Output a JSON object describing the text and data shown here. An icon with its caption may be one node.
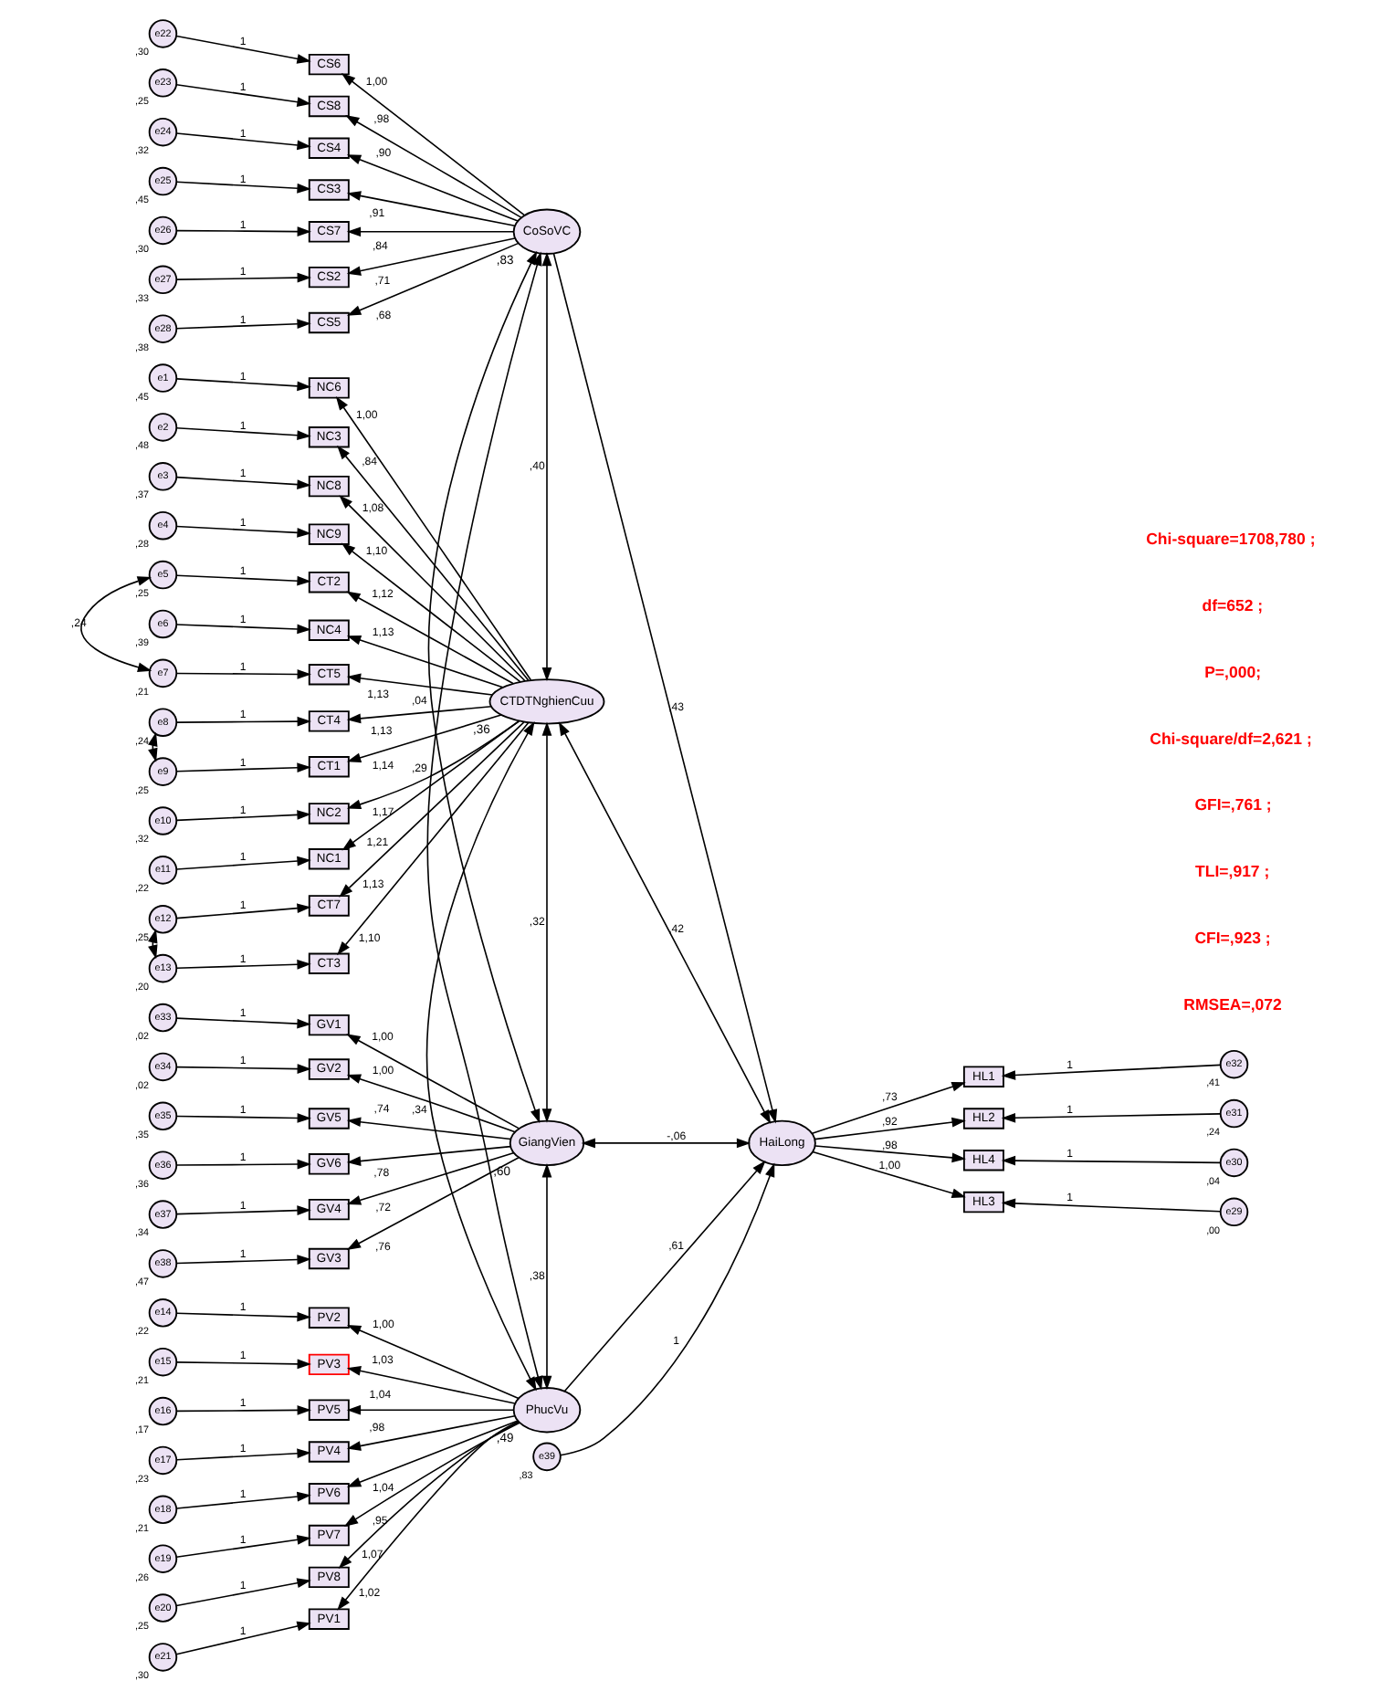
{
  "diagram": {
    "nodes": [
      {
        "text": [
          "e22"
        ],
        "beside": [
          ",30"
        ]
      },
      {
        "text": [
          "e23"
        ],
        "beside": [
          ",25"
        ]
      },
      {
        "text": [
          "e24"
        ],
        "beside": [
          ",32"
        ]
      },
      {
        "text": [
          "e25"
        ],
        "beside": [
          ",45"
        ]
      },
      {
        "text": [
          "e26"
        ],
        "beside": [
          ",30"
        ]
      },
      {
        "text": [
          "e27"
        ],
        "beside": [
          ",33"
        ]
      },
      {
        "text": [
          "e28"
        ],
        "beside": [
          ",38"
        ]
      },
      {
        "text": [
          "CS6"
        ]
      },
      {
        "text": [
          "CS8"
        ]
      },
      {
        "text": [
          "CS4"
        ]
      },
      {
        "text": [
          "CS3"
        ]
      },
      {
        "text": [
          "CS7"
        ]
      },
      {
        "text": [
          "CS2"
        ]
      },
      {
        "text": [
          "CS5"
        ]
      },
      {
        "text": [
          "CoSoVC"
        ],
        "beside": [
          ",83"
        ]
      },
      {
        "text": [
          "e1"
        ],
        "beside": [
          ",45"
        ]
      },
      {
        "text": [
          "e2"
        ],
        "beside": [
          ",48"
        ]
      },
      {
        "text": [
          "e3"
        ],
        "beside": [
          ",37"
        ]
      },
      {
        "text": [
          "e4"
        ],
        "beside": [
          ",28"
        ]
      },
      {
        "text": [
          "e5"
        ],
        "beside": [
          ",25"
        ]
      },
      {
        "text": [
          "e6"
        ],
        "beside": [
          ",39"
        ]
      },
      {
        "text": [
          "e7"
        ],
        "beside": [
          ",21"
        ]
      },
      {
        "text": [
          "e8"
        ],
        "beside": [
          ",24"
        ]
      },
      {
        "text": [
          "e9"
        ],
        "beside": [
          ",25"
        ]
      },
      {
        "text": [
          "e10"
        ],
        "beside": [
          ",32"
        ]
      },
      {
        "text": [
          "e11"
        ],
        "beside": [
          ",22"
        ]
      },
      {
        "text": [
          "e12"
        ],
        "beside": [
          ",25"
        ]
      },
      {
        "text": [
          "e13"
        ],
        "beside": [
          ",20"
        ]
      },
      {
        "text": [
          "NC6"
        ]
      },
      {
        "text": [
          "NC3"
        ]
      },
      {
        "text": [
          "NC8"
        ]
      },
      {
        "text": [
          "NC9"
        ]
      },
      {
        "text": [
          "CT2"
        ]
      },
      {
        "text": [
          "NC4"
        ]
      },
      {
        "text": [
          "CT5"
        ]
      },
      {
        "text": [
          "CT4"
        ]
      },
      {
        "text": [
          "CT1"
        ]
      },
      {
        "text": [
          "NC2"
        ]
      },
      {
        "text": [
          "NC1"
        ]
      },
      {
        "text": [
          "CT7"
        ]
      },
      {
        "text": [
          "CT3"
        ]
      },
      {
        "text": [
          "CTDTNghienCuu"
        ],
        "beside": [
          ",36"
        ]
      },
      {
        "text": [
          "e33"
        ],
        "beside": [
          ",02"
        ]
      },
      {
        "text": [
          "e34"
        ],
        "beside": [
          ",02"
        ]
      },
      {
        "text": [
          "e35"
        ],
        "beside": [
          ",35"
        ]
      },
      {
        "text": [
          "e36"
        ],
        "beside": [
          ",36"
        ]
      },
      {
        "text": [
          "e37"
        ],
        "beside": [
          ",34"
        ]
      },
      {
        "text": [
          "e38"
        ],
        "beside": [
          ",47"
        ]
      },
      {
        "text": [
          "GV1"
        ]
      },
      {
        "text": [
          "GV2"
        ]
      },
      {
        "text": [
          "GV5"
        ]
      },
      {
        "text": [
          "GV6"
        ]
      },
      {
        "text": [
          "GV4"
        ]
      },
      {
        "text": [
          "GV3"
        ]
      },
      {
        "text": [
          "GiangVien"
        ],
        "beside": [
          ",60"
        ]
      },
      {
        "text": [
          "e14"
        ],
        "beside": [
          ",22"
        ]
      },
      {
        "text": [
          "e15"
        ],
        "beside": [
          ",21"
        ]
      },
      {
        "text": [
          "e16"
        ],
        "beside": [
          ",17"
        ]
      },
      {
        "text": [
          "e17"
        ],
        "beside": [
          ",23"
        ]
      },
      {
        "text": [
          "e18"
        ],
        "beside": [
          ",21"
        ]
      },
      {
        "text": [
          "e19"
        ],
        "beside": [
          ",26"
        ]
      },
      {
        "text": [
          "e20"
        ],
        "beside": [
          ",25"
        ]
      },
      {
        "text": [
          "e21"
        ],
        "beside": [
          ",30"
        ]
      },
      {
        "text": [
          "PV2"
        ]
      },
      {
        "text": [
          "PV3"
        ]
      },
      {
        "text": [
          "PV5"
        ]
      },
      {
        "text": [
          "PV4"
        ]
      },
      {
        "text": [
          "PV6"
        ]
      },
      {
        "text": [
          "PV7"
        ]
      },
      {
        "text": [
          "PV8"
        ]
      },
      {
        "text": [
          "PV1"
        ]
      },
      {
        "text": [
          "PhucVu"
        ],
        "beside": [
          ",49"
        ]
      },
      {
        "text": [
          "e39"
        ],
        "beside": [
          ",83"
        ]
      },
      {
        "text": [
          "HaiLong"
        ]
      },
      {
        "text": [
          "HL1"
        ]
      },
      {
        "text": [
          "HL2"
        ]
      },
      {
        "text": [
          "HL4"
        ]
      },
      {
        "text": [
          "HL3"
        ]
      },
      {
        "text": [
          "e32"
        ],
        "beside": [
          ",41"
        ]
      },
      {
        "text": [
          "e31"
        ],
        "beside": [
          ",24"
        ]
      },
      {
        "text": [
          "e30"
        ],
        "beside": [
          ",04"
        ]
      },
      {
        "text": [
          "e29"
        ],
        "beside": [
          ",00"
        ]
      }
    ],
    "edges": [
      {
        "from": 0,
        "to": 7,
        "arrow": "to",
        "label": "1"
      },
      {
        "from": 1,
        "to": 8,
        "arrow": "to",
        "label": "1"
      },
      {
        "from": 2,
        "to": 9,
        "arrow": "to",
        "label": "1"
      },
      {
        "from": 3,
        "to": 10,
        "arrow": "to",
        "label": "1"
      },
      {
        "from": 4,
        "to": 11,
        "arrow": "to",
        "label": "1"
      },
      {
        "from": 5,
        "to": 12,
        "arrow": "to",
        "label": "1"
      },
      {
        "from": 6,
        "to": 13,
        "arrow": "to",
        "label": "1"
      },
      {
        "from": 14,
        "to": 7,
        "arrow": "to",
        "label": "1,00"
      },
      {
        "from": 14,
        "to": 8,
        "arrow": "to",
        "label": ",98"
      },
      {
        "from": 14,
        "to": 9,
        "arrow": "to",
        "label": ",90"
      },
      {
        "from": 14,
        "to": 10,
        "arrow": "to",
        "label": ",91"
      },
      {
        "from": 14,
        "to": 11,
        "arrow": "to",
        "label": ",84"
      },
      {
        "from": 14,
        "to": 12,
        "arrow": "to",
        "label": ",71"
      },
      {
        "from": 14,
        "to": 13,
        "arrow": "to",
        "label": ",68"
      },
      {
        "from": 15,
        "to": 28,
        "arrow": "to",
        "label": "1"
      },
      {
        "from": 16,
        "to": 29,
        "arrow": "to",
        "label": "1"
      },
      {
        "from": 17,
        "to": 30,
        "arrow": "to",
        "label": "1"
      },
      {
        "from": 18,
        "to": 31,
        "arrow": "to",
        "label": "1"
      },
      {
        "from": 19,
        "to": 32,
        "arrow": "to",
        "label": "1"
      },
      {
        "from": 20,
        "to": 33,
        "arrow": "to",
        "label": "1"
      },
      {
        "from": 21,
        "to": 34,
        "arrow": "to",
        "label": "1"
      },
      {
        "from": 22,
        "to": 35,
        "arrow": "to",
        "label": "1"
      },
      {
        "from": 23,
        "to": 36,
        "arrow": "to",
        "label": "1"
      },
      {
        "from": 24,
        "to": 37,
        "arrow": "to",
        "label": "1"
      },
      {
        "from": 25,
        "to": 38,
        "arrow": "to",
        "label": "1"
      },
      {
        "from": 26,
        "to": 39,
        "arrow": "to",
        "label": "1"
      },
      {
        "from": 27,
        "to": 40,
        "arrow": "to",
        "label": "1"
      },
      {
        "from": 19,
        "to": 21,
        "arrow": "both",
        "label": ",24"
      },
      {
        "from": 22,
        "to": 23,
        "arrow": "both"
      },
      {
        "from": 26,
        "to": 27,
        "arrow": "both"
      },
      {
        "from": 41,
        "to": 28,
        "arrow": "to",
        "label": "1,00"
      },
      {
        "from": 41,
        "to": 29,
        "arrow": "to",
        "label": ",84"
      },
      {
        "from": 41,
        "to": 30,
        "arrow": "to",
        "label": "1,08"
      },
      {
        "from": 41,
        "to": 31,
        "arrow": "to",
        "label": "1,10"
      },
      {
        "from": 41,
        "to": 32,
        "arrow": "to",
        "label": "1,12"
      },
      {
        "from": 41,
        "to": 33,
        "arrow": "to",
        "label": "1,13"
      },
      {
        "from": 41,
        "to": 34,
        "arrow": "to",
        "label": "1,13"
      },
      {
        "from": 41,
        "to": 35,
        "arrow": "to",
        "label": "1,13"
      },
      {
        "from": 41,
        "to": 36,
        "arrow": "to",
        "label": "1,14"
      },
      {
        "from": 41,
        "to": 37,
        "arrow": "to",
        "label": "1,17"
      },
      {
        "from": 41,
        "to": 38,
        "arrow": "to",
        "label": "1,21"
      },
      {
        "from": 41,
        "to": 39,
        "arrow": "to",
        "label": "1,13"
      },
      {
        "from": 41,
        "to": 40,
        "arrow": "to",
        "label": "1,10"
      },
      {
        "from": 42,
        "to": 48,
        "arrow": "to",
        "label": "1"
      },
      {
        "from": 43,
        "to": 49,
        "arrow": "to",
        "label": "1"
      },
      {
        "from": 44,
        "to": 50,
        "arrow": "to",
        "label": "1"
      },
      {
        "from": 45,
        "to": 51,
        "arrow": "to",
        "label": "1"
      },
      {
        "from": 46,
        "to": 52,
        "arrow": "to",
        "label": "1"
      },
      {
        "from": 47,
        "to": 53,
        "arrow": "to",
        "label": "1"
      },
      {
        "from": 54,
        "to": 48,
        "arrow": "to",
        "label": "1,00"
      },
      {
        "from": 54,
        "to": 49,
        "arrow": "to",
        "label": "1,00"
      },
      {
        "from": 54,
        "to": 50,
        "arrow": "to",
        "label": ",74"
      },
      {
        "from": 54,
        "to": 51,
        "arrow": "to",
        "label": ",78"
      },
      {
        "from": 54,
        "to": 52,
        "arrow": "to",
        "label": ",72"
      },
      {
        "from": 54,
        "to": 53,
        "arrow": "to",
        "label": ",76"
      },
      {
        "from": 55,
        "to": 63,
        "arrow": "to",
        "label": "1"
      },
      {
        "from": 56,
        "to": 64,
        "arrow": "to",
        "label": "1"
      },
      {
        "from": 57,
        "to": 65,
        "arrow": "to",
        "label": "1"
      },
      {
        "from": 58,
        "to": 66,
        "arrow": "to",
        "label": "1"
      },
      {
        "from": 59,
        "to": 67,
        "arrow": "to",
        "label": "1"
      },
      {
        "from": 60,
        "to": 68,
        "arrow": "to",
        "label": "1"
      },
      {
        "from": 61,
        "to": 69,
        "arrow": "to",
        "label": "1"
      },
      {
        "from": 62,
        "to": 70,
        "arrow": "to",
        "label": "1"
      },
      {
        "from": 71,
        "to": 63,
        "arrow": "to",
        "label": "1,00"
      },
      {
        "from": 71,
        "to": 64,
        "arrow": "to",
        "label": "1,03"
      },
      {
        "from": 71,
        "to": 65,
        "arrow": "to",
        "label": "1,04"
      },
      {
        "from": 71,
        "to": 66,
        "arrow": "to",
        "label": ",98"
      },
      {
        "from": 71,
        "to": 67,
        "arrow": "to",
        "label": "1,04"
      },
      {
        "from": 71,
        "to": 68,
        "arrow": "to",
        "label": ",95"
      },
      {
        "from": 71,
        "to": 69,
        "arrow": "to",
        "label": "1,07"
      },
      {
        "from": 71,
        "to": 70,
        "arrow": "to",
        "label": "1,02"
      },
      {
        "from": 14,
        "to": 41,
        "arrow": "both",
        "label": ",40"
      },
      {
        "from": 14,
        "to": 73,
        "arrow": "to",
        "label": ",43"
      },
      {
        "from": 14,
        "to": 54,
        "arrow": "both",
        "label": ",04"
      },
      {
        "from": 14,
        "to": 71,
        "arrow": "both",
        "label": ",29"
      },
      {
        "from": 41,
        "to": 73,
        "arrow": "both",
        "label": ",42"
      },
      {
        "from": 41,
        "to": 54,
        "arrow": "both",
        "label": ",32"
      },
      {
        "from": 41,
        "to": 71,
        "arrow": "both",
        "label": ",34"
      },
      {
        "from": 54,
        "to": 73,
        "arrow": "both",
        "label": "-,06"
      },
      {
        "from": 54,
        "to": 71,
        "arrow": "both",
        "label": ",38"
      },
      {
        "from": 71,
        "to": 73,
        "arrow": "to",
        "label": ",61"
      },
      {
        "from": 72,
        "to": 73,
        "arrow": "to",
        "label": "1"
      },
      {
        "from": 73,
        "to": 74,
        "arrow": "to",
        "label": ",73"
      },
      {
        "from": 73,
        "to": 75,
        "arrow": "to",
        "label": ",92"
      },
      {
        "from": 73,
        "to": 76,
        "arrow": "to",
        "label": ",98"
      },
      {
        "from": 73,
        "to": 77,
        "arrow": "to",
        "label": "1,00"
      },
      {
        "from": 78,
        "to": 74,
        "arrow": "to",
        "label": "1"
      },
      {
        "from": 79,
        "to": 75,
        "arrow": "to",
        "label": "1"
      },
      {
        "from": 80,
        "to": 76,
        "arrow": "to",
        "label": "1"
      },
      {
        "from": 81,
        "to": 77,
        "arrow": "to",
        "label": "1"
      }
    ],
    "labels": [
      "Chi-square=1708,780 ;",
      "df=652 ;",
      "P=,000;",
      "Chi-square/df=2,621 ;",
      "GFI=,761 ;",
      "TLI=,917 ;",
      "CFI=,923 ;",
      "RMSEA=,072"
    ]
  }
}
